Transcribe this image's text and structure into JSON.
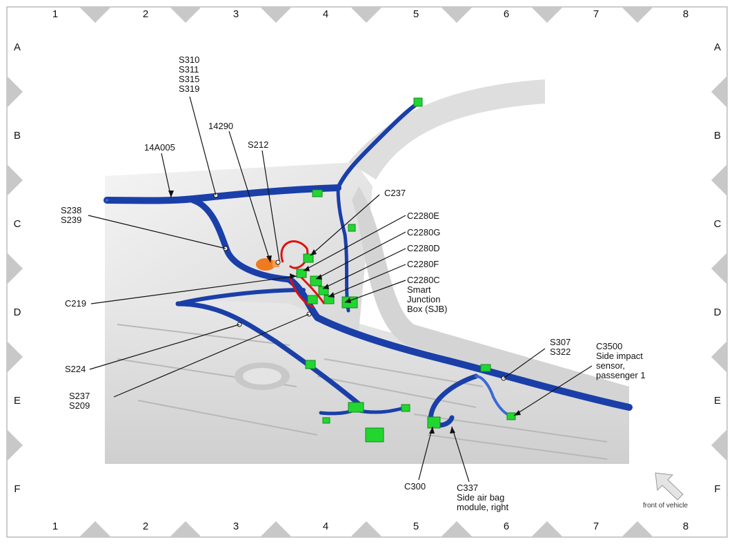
{
  "grid": {
    "columns": [
      "1",
      "2",
      "3",
      "4",
      "5",
      "6",
      "7",
      "8"
    ],
    "rows": [
      "A",
      "B",
      "C",
      "D",
      "E",
      "F"
    ]
  },
  "callouts": {
    "s310": "S310\nS311\nS315\nS319",
    "c14290": "14290",
    "s212": "S212",
    "c14a005": "14A005",
    "s238": "S238\nS239",
    "c237": "C237",
    "c2280e": "C2280E",
    "c2280g": "C2280G",
    "c2280d": "C2280D",
    "c2280f": "C2280F",
    "c2280c": "C2280C\nSmart\nJunction\nBox (SJB)",
    "c219": "C219",
    "s224": "S224",
    "s237": "S237\nS209",
    "s307": "S307\nS322",
    "c3500": "C3500\nSide impact\nsensor,\npassenger 1",
    "c300": "C300",
    "c337": "C337\nSide air bag\nmodule, right"
  },
  "orientation": {
    "label": "front of vehicle"
  },
  "colors": {
    "harness": "#1a3fa8",
    "harness_highlight": "#3a6ad8",
    "connector": "#22d630",
    "red_wire": "#e01010",
    "orange_part": "#f07a20",
    "body_panel": "#e6e6e6"
  }
}
